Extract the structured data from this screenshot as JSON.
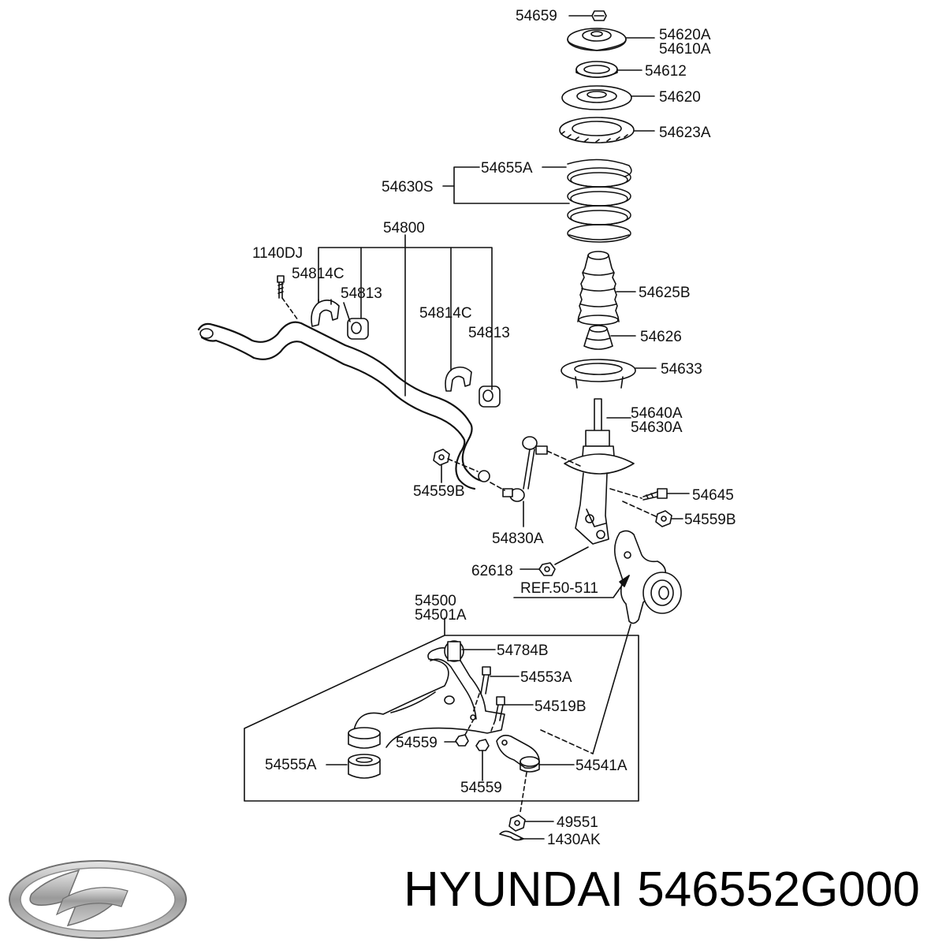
{
  "labels": {
    "p54659": "54659",
    "p54620A": "54620A",
    "p54610A": "54610A",
    "p54612": "54612",
    "p54620": "54620",
    "p54623A": "54623A",
    "p54655A": "54655A",
    "p54630S": "54630S",
    "p54800": "54800",
    "p1140DJ": "1140DJ",
    "p54814C_a": "54814C",
    "p54813_a": "54813",
    "p54814C_b": "54814C",
    "p54813_b": "54813",
    "p54625B": "54625B",
    "p54626": "54626",
    "p54633": "54633",
    "p54640A": "54640A",
    "p54630A": "54630A",
    "p54645": "54645",
    "p54559B_a": "54559B",
    "p54559B_b": "54559B",
    "p54830A": "54830A",
    "p62618": "62618",
    "ref": "REF.50-511",
    "p54500": "54500",
    "p54501A": "54501A",
    "p54784B": "54784B",
    "p54553A": "54553A",
    "p54519B": "54519B",
    "p54559_a": "54559",
    "p54559_b": "54559",
    "p54555A": "54555A",
    "p54541A": "54541A",
    "p49551": "49551",
    "p1430AK": "1430AK"
  },
  "brand": {
    "maker": "HYUNDAI",
    "part_number": "546552G000"
  },
  "colors": {
    "ink": "#111111",
    "logo_silver": "#9a9a9a"
  },
  "icons": {
    "logo": "hyundai-logo-icon"
  }
}
